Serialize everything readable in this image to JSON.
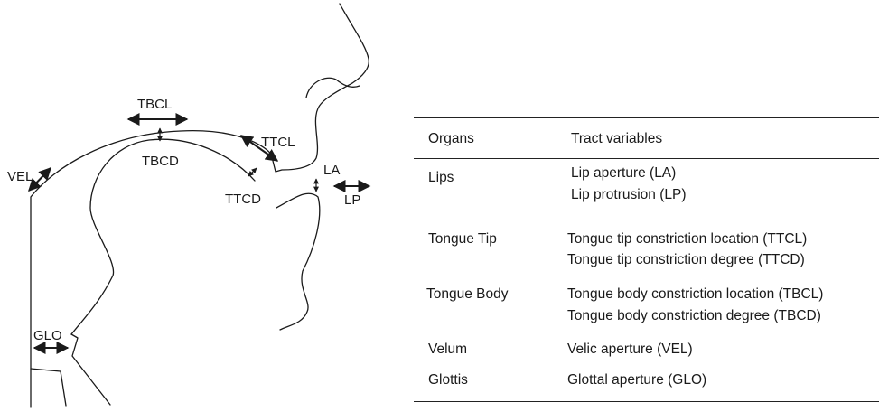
{
  "diagram": {
    "labels": {
      "tbcl": "TBCL",
      "tbcd": "TBCD",
      "vel": "VEL",
      "ttcl": "TTCL",
      "ttcd": "TTCD",
      "la": "LA",
      "lp": "LP",
      "glo": "GLO"
    }
  },
  "table": {
    "headers": {
      "organs": "Organs",
      "tract_variables": "Tract variables"
    },
    "rows": [
      {
        "organ": "Lips",
        "variables": [
          "Lip aperture (LA)",
          "Lip protrusion (LP)"
        ]
      },
      {
        "organ": "Tongue Tip",
        "variables": [
          "Tongue tip constriction location (TTCL)",
          "Tongue tip constriction degree (TTCD)"
        ]
      },
      {
        "organ": "Tongue Body",
        "variables": [
          "Tongue body constriction location (TBCL)",
          "Tongue body constriction degree (TBCD)"
        ]
      },
      {
        "organ": "Velum",
        "variables": [
          "Velic aperture (VEL)"
        ]
      },
      {
        "organ": "Glottis",
        "variables": [
          "Glottal aperture (GLO)"
        ]
      }
    ]
  }
}
